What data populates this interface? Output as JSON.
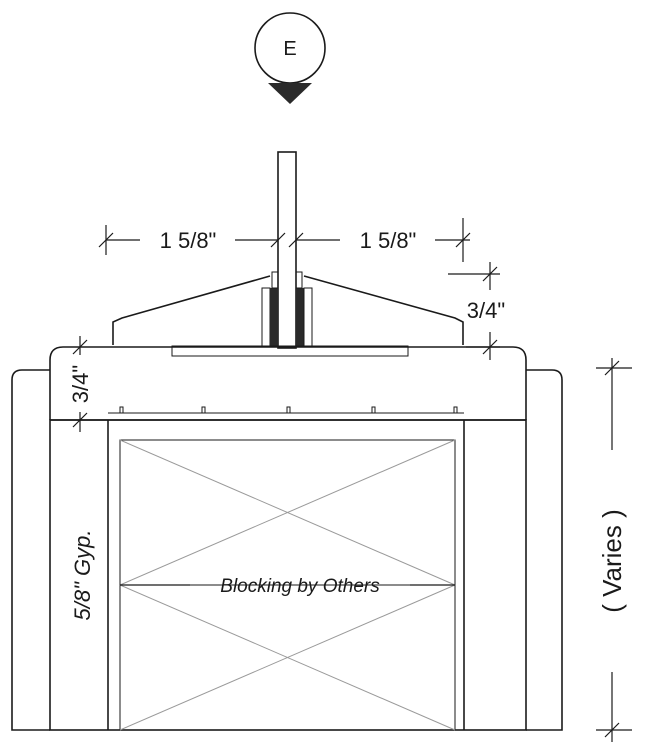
{
  "detail_tag": "E",
  "dimensions": {
    "left_offset": "1 5/8\"",
    "right_offset": "1 5/8\"",
    "cap_height": "3/4\"",
    "top_plate": "3/4\"",
    "overall": "( Varies )"
  },
  "labels": {
    "gypsum": "5/8\" Gyp.",
    "blocking": "Blocking by Others"
  },
  "colors": {
    "line": "#1a1a1a",
    "hatch": "#9a9a9a",
    "fill_dark": "#2a2a2a",
    "fill_mid": "#b5b5b5"
  }
}
